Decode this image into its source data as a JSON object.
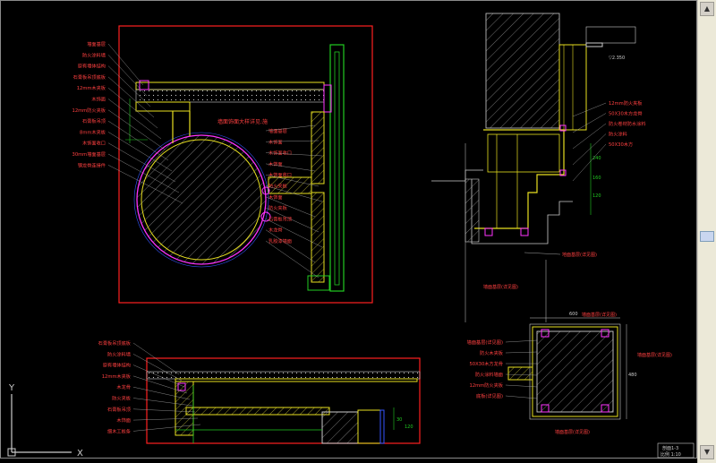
{
  "colors": {
    "background": "#000000",
    "border_red": "#ff2020",
    "green": "#22cc22",
    "yellow": "#e8e020",
    "magenta": "#ff33ff",
    "white": "#ffffff",
    "label_red": "#ff4040",
    "leader": "#cccccc",
    "blue": "#3355ff"
  },
  "icons": {
    "scroll_up": "triangle-up",
    "scroll_down": "triangle-down",
    "scroll_left": "triangle-left",
    "scroll_right": "triangle-right"
  },
  "ucs": {
    "x_axis": "X",
    "y_axis": "Y"
  },
  "panel1": {
    "callout": "墙面饰面大样详见:施",
    "left_labels": [
      "墙面基层",
      "防火涂料墙",
      "原有墙体结构",
      "石膏板吊顶底板",
      "12mm木夹板",
      "木饰面",
      "12mm防火夹板",
      "石膏板吊顶",
      "8mm木夹板",
      "木饰面收口",
      "30mm墙面基层",
      "钢龙骨连接件"
    ],
    "right_labels": [
      "墙面基层",
      "木饰面",
      "木饰面收口",
      "木饰面",
      "木饰面收口",
      "防火夹板",
      "木饰面",
      "防火夹板",
      "石膏板吊顶",
      "木龙骨",
      "乳胶漆墙面"
    ]
  },
  "panel2": {
    "left_labels": [
      "石膏板吊顶底板",
      "防火涂料墙",
      "原有墙体结构",
      "12mm木夹板",
      "木龙骨",
      "防火夹板",
      "石膏板吊顶",
      "木饰面",
      "细木工板条"
    ],
    "dims": [
      "30",
      "120"
    ]
  },
  "panel3": {
    "level": "▽2.350",
    "side_labels": [
      "12mm防火夹板",
      "50X30木方龙骨",
      "防火卷材防水涂料",
      "防火涂料",
      "50X30木方"
    ],
    "bottom_labels": [
      "地面基层(详见图)",
      "墙面基层(详见图)"
    ],
    "dims": [
      "240",
      "160",
      "120"
    ]
  },
  "panel4": {
    "top_label": "墙面基层(详见图)",
    "left_labels": [
      "墙面基层(详见图)",
      "防火木夹板",
      "50X30木方龙骨",
      "防火涂料墙面",
      "12mm防火夹板",
      "底板(详见图)"
    ],
    "right_label": "墙面基层(详见图)",
    "bottom_label": "墙面基层(详见图)",
    "dims": [
      "600",
      "480"
    ]
  },
  "title_block": {
    "line1": "剖面1-3",
    "line2": "比例 1:10"
  }
}
